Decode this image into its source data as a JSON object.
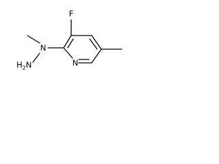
{
  "molecule": {
    "atoms": {
      "fluorine": "F",
      "ring_nitrogen": "N",
      "hydrazine_nitrogen": "N",
      "amino_h": "H",
      "amino_h_count": "2",
      "amino_n": "N"
    },
    "colors": {
      "bond": "#000000",
      "label": "#000000",
      "background": "#ffffff"
    }
  }
}
